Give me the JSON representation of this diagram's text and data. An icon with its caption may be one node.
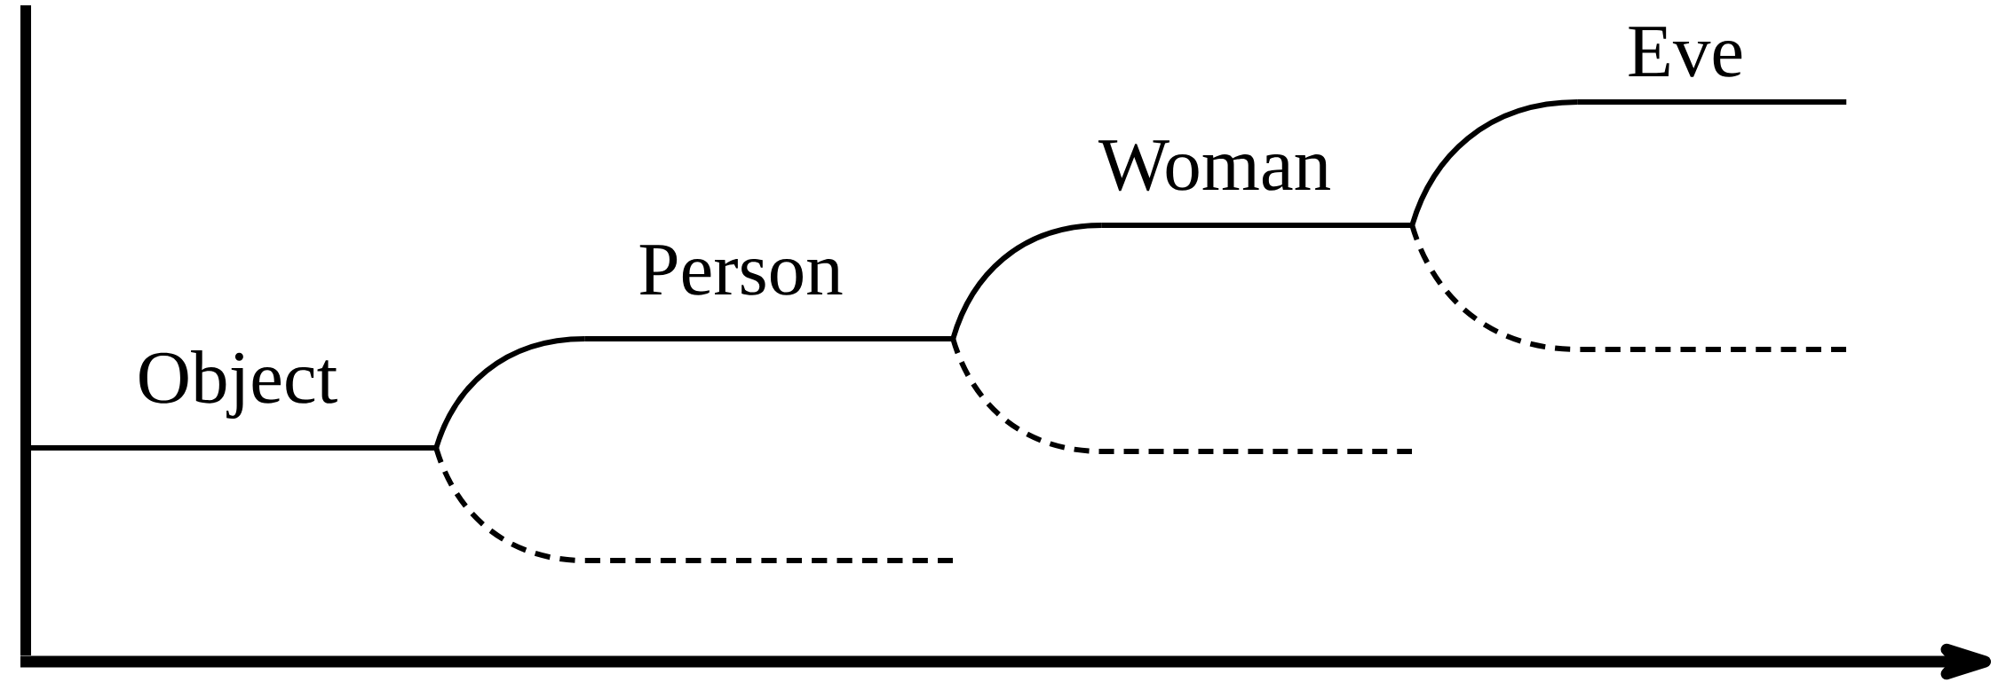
{
  "diagram": {
    "nodes": [
      {
        "text": [
          "Object"
        ]
      },
      {
        "text": [
          "Person"
        ]
      },
      {
        "text": [
          "Woman"
        ]
      },
      {
        "text": [
          "Eve"
        ]
      }
    ],
    "edges": [
      {
        "from": 0,
        "to": 1,
        "arrow": "none"
      },
      {
        "from": 0,
        "to": null,
        "arrow": "none",
        "style": "dashed"
      },
      {
        "from": 1,
        "to": 2,
        "arrow": "none"
      },
      {
        "from": 1,
        "to": null,
        "arrow": "none",
        "style": "dashed"
      },
      {
        "from": 2,
        "to": 3,
        "arrow": "none"
      },
      {
        "from": 2,
        "to": null,
        "arrow": "none",
        "style": "dashed"
      }
    ]
  }
}
